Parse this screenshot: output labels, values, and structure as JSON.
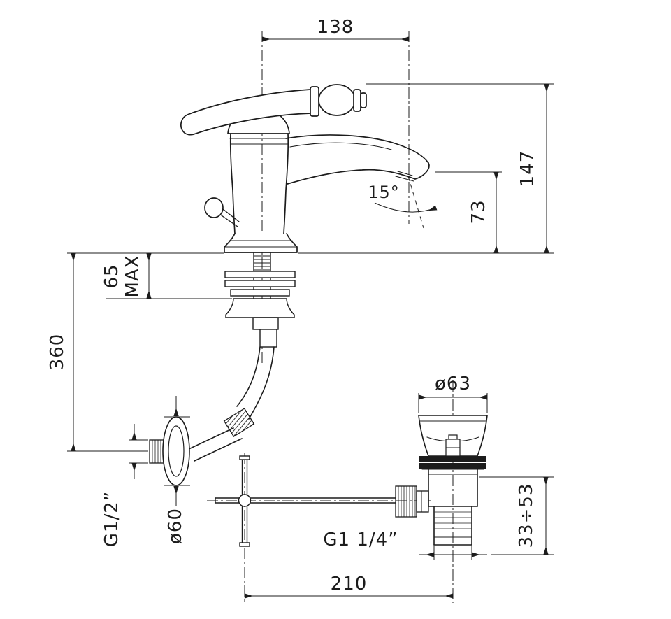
{
  "drawing": {
    "type": "technical-dimension-drawing",
    "subject": "single-lever basin mixer faucet with pop-up waste",
    "background": "#ffffff",
    "line_color": "#1c1c1c",
    "labels": {
      "spout_reach": "138",
      "overall_height": "147",
      "spout_height": "73",
      "spout_angle": "15°",
      "max_deck_thickness": "65",
      "max_word": "MAX",
      "supply_drop": "360",
      "waste_flange_diameter": "ø63",
      "rosette_diameter": "ø60",
      "inlet_thread": "G1/2”",
      "waste_thread": "G1  1/4”",
      "axis_distance": "210",
      "waste_height_range": "33÷53"
    }
  }
}
